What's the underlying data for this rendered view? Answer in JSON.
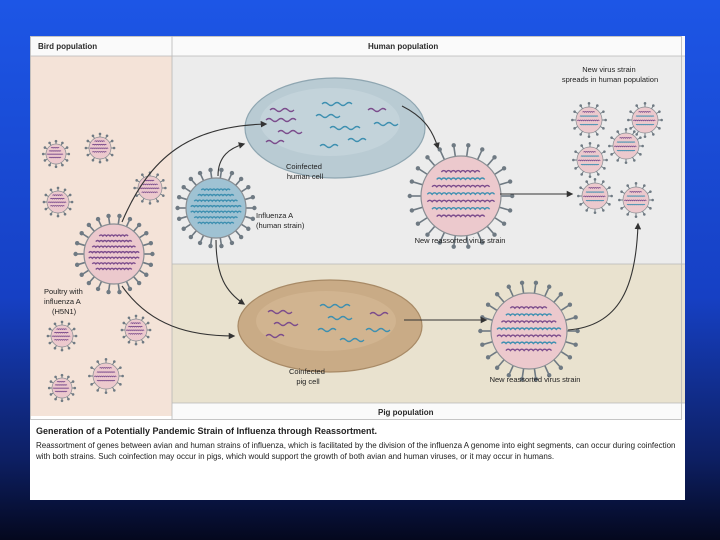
{
  "headers": {
    "bird": "Bird population",
    "human": "Human population",
    "pig": "Pig population"
  },
  "labels": {
    "new_virus_strain": [
      "New virus strain",
      "spreads in human population"
    ],
    "coinfected_human_cell": [
      "Coinfected",
      "human cell"
    ],
    "influenza_a_human": [
      "Influenza A",
      "(human strain)"
    ],
    "new_reassorted_top": "New reassorted virus strain",
    "poultry": [
      "Poultry with",
      "influenza A",
      "(H5N1)"
    ],
    "coinfected_pig_cell": [
      "Coinfected",
      "pig cell"
    ],
    "new_reassorted_bottom": "New reassorted virus strain"
  },
  "caption": {
    "title": "Generation of a Potentially Pandemic Strain of Influenza through Reassortment.",
    "body": "Reassortment of genes between avian and human strains of influenza, which is facilitated by the division of the influenza A genome into eight segments, can occur during coinfection with both strains. Such coinfection may occur in pigs, which would support the growth of both avian and human viruses, or it may occur in humans."
  },
  "colors": {
    "bird_bg": "#f4e3d8",
    "human_bg": "#ececec",
    "pig_bg": "#e9e2cf",
    "human_cell": "#b9cbd3",
    "pig_cell": "#c9ab86",
    "virus_pink": "#ecc9cd",
    "virus_blue": "#9fc2d3",
    "rna_purple": "#7b4c8c",
    "rna_teal": "#3d8fb0",
    "spike": "#6f7a83"
  },
  "icons": [
    "virus-icon",
    "cell-icon",
    "arrow-icon"
  ]
}
